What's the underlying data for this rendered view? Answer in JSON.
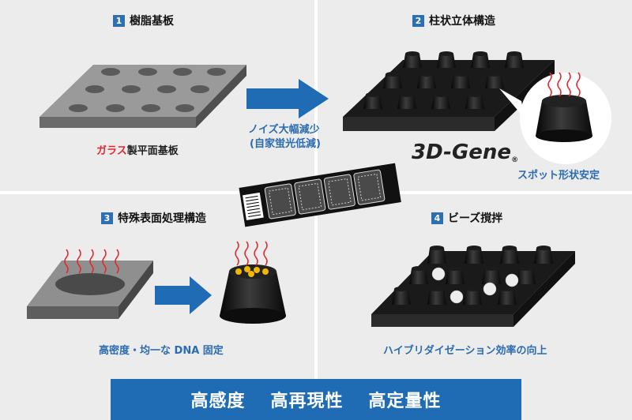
{
  "panels": {
    "p1": {
      "num": "1",
      "title": "樹脂基板",
      "caption_red": "ガラス",
      "caption_rest": "製平面基板"
    },
    "p2": {
      "num": "2",
      "title": "柱状立体構造",
      "logo": "3D-Gene",
      "logo_mark": "®",
      "caption": "スポット形状安定"
    },
    "p3": {
      "num": "3",
      "title": "特殊表面処理構造",
      "caption": "高密度・均一な DNA 固定"
    },
    "p4": {
      "num": "4",
      "title": "ビーズ撹拌",
      "caption": "ハイブリダイゼーション効率の向上"
    }
  },
  "arrow_note": {
    "line1": "ノイズ大幅減少",
    "line2": "(自家蛍光低減)"
  },
  "footer": {
    "items": [
      "高感度",
      "高再現性",
      "高定量性"
    ]
  },
  "colors": {
    "panel_bg": "#ececec",
    "badge": "#2d6fb3",
    "footer_bg": "#1f6cb5",
    "arrow": "#1f6cb5",
    "accent_red": "#e3262b",
    "caption_blue": "#2b6cb0"
  }
}
